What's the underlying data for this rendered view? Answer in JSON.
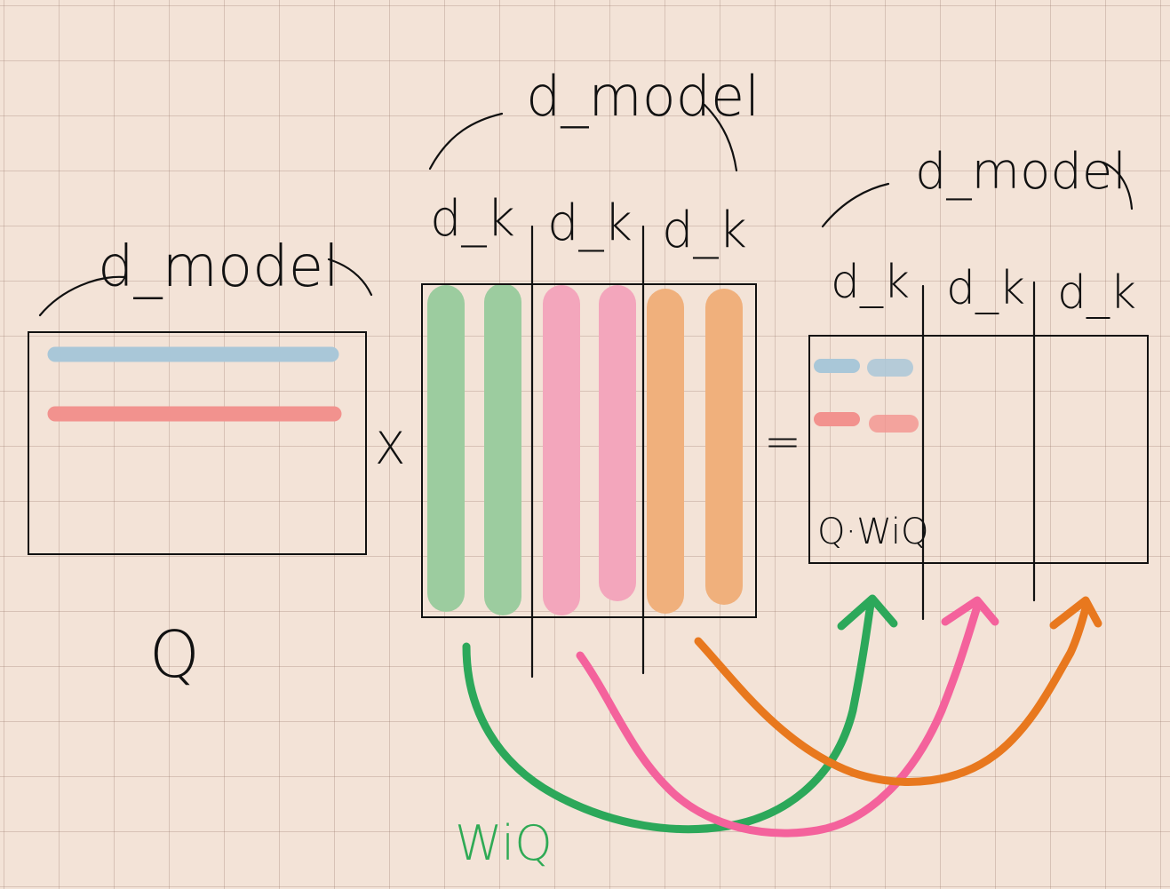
{
  "q_matrix": {
    "dim_label": "d_model",
    "name": "Q",
    "row_colors": [
      "#a9c7d8",
      "#f2928e"
    ]
  },
  "multiply_sign": "X",
  "equals_sign": "=",
  "weight_matrix": {
    "dim_label": "d_model",
    "head_labels": [
      "d_k",
      "d_k",
      "d_k"
    ],
    "name": "WiQ",
    "column_colors": [
      "#9ccc9f",
      "#f3a6bc",
      "#f0b07c"
    ]
  },
  "result_matrix": {
    "dim_label": "d_model",
    "head_labels": [
      "d_k",
      "d_k",
      "d_k"
    ],
    "cell_label": "Q·WiQ",
    "row_colors": [
      "#a9c7d8",
      "#f2928e"
    ]
  },
  "arrow_colors": [
    "#2ca85a",
    "#f4629c",
    "#e8781e"
  ]
}
